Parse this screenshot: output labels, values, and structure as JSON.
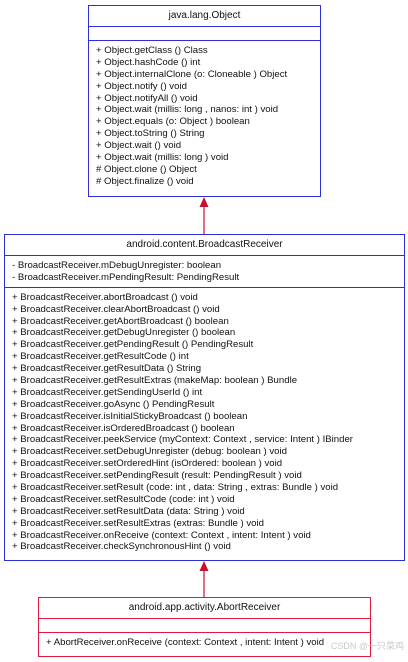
{
  "classes": {
    "object": {
      "name": "java.lang.Object",
      "attributes": [],
      "methods": [
        "+ Object.getClass () Class",
        "+ Object.hashCode () int",
        "+ Object.internalClone (o: Cloneable ) Object",
        "+ Object.notify () void",
        "+ Object.notifyAll () void",
        "+ Object.wait (millis: long , nanos: int ) void",
        "+ Object.equals (o: Object ) boolean",
        "+ Object.toString () String",
        "+ Object.wait () void",
        "+ Object.wait (millis: long ) void",
        "# Object.clone () Object",
        "# Object.finalize () void"
      ]
    },
    "broadcast_receiver": {
      "name": "android.content.BroadcastReceiver",
      "attributes": [
        "- BroadcastReceiver.mDebugUnregister: boolean",
        "- BroadcastReceiver.mPendingResult: PendingResult"
      ],
      "methods": [
        "+ BroadcastReceiver.abortBroadcast () void",
        "+ BroadcastReceiver.clearAbortBroadcast () void",
        "+ BroadcastReceiver.getAbortBroadcast () boolean",
        "+ BroadcastReceiver.getDebugUnregister () boolean",
        "+ BroadcastReceiver.getPendingResult () PendingResult",
        "+ BroadcastReceiver.getResultCode () int",
        "+ BroadcastReceiver.getResultData () String",
        "+ BroadcastReceiver.getResultExtras (makeMap: boolean ) Bundle",
        "+ BroadcastReceiver.getSendingUserId () int",
        "+ BroadcastReceiver.goAsync () PendingResult",
        "+ BroadcastReceiver.isInitialStickyBroadcast () boolean",
        "+ BroadcastReceiver.isOrderedBroadcast () boolean",
        "+ BroadcastReceiver.peekService (myContext: Context , service: Intent ) IBinder",
        "+ BroadcastReceiver.setDebugUnregister (debug: boolean ) void",
        "+ BroadcastReceiver.setOrderedHint (isOrdered: boolean ) void",
        "+ BroadcastReceiver.setPendingResult (result: PendingResult ) void",
        "+ BroadcastReceiver.setResult (code: int , data: String , extras: Bundle ) void",
        "+ BroadcastReceiver.setResultCode (code: int ) void",
        "+ BroadcastReceiver.setResultData (data: String ) void",
        "+ BroadcastReceiver.setResultExtras (extras: Bundle ) void",
        "+ BroadcastReceiver.onReceive (context: Context , intent: Intent ) void",
        "+ BroadcastReceiver.checkSynchronousHint () void"
      ]
    },
    "abort_receiver": {
      "name": "android.app.activity.AbortReceiver",
      "attributes": [],
      "methods": [
        "+ AbortReceiver.onReceive (context: Context , intent: Intent ) void"
      ]
    }
  },
  "watermark": "CSDN @一只菜鸡",
  "colors": {
    "framework_border": "#2a2fd6",
    "app_border": "#e0183c",
    "inheritance_arrow": "#c8102e"
  }
}
